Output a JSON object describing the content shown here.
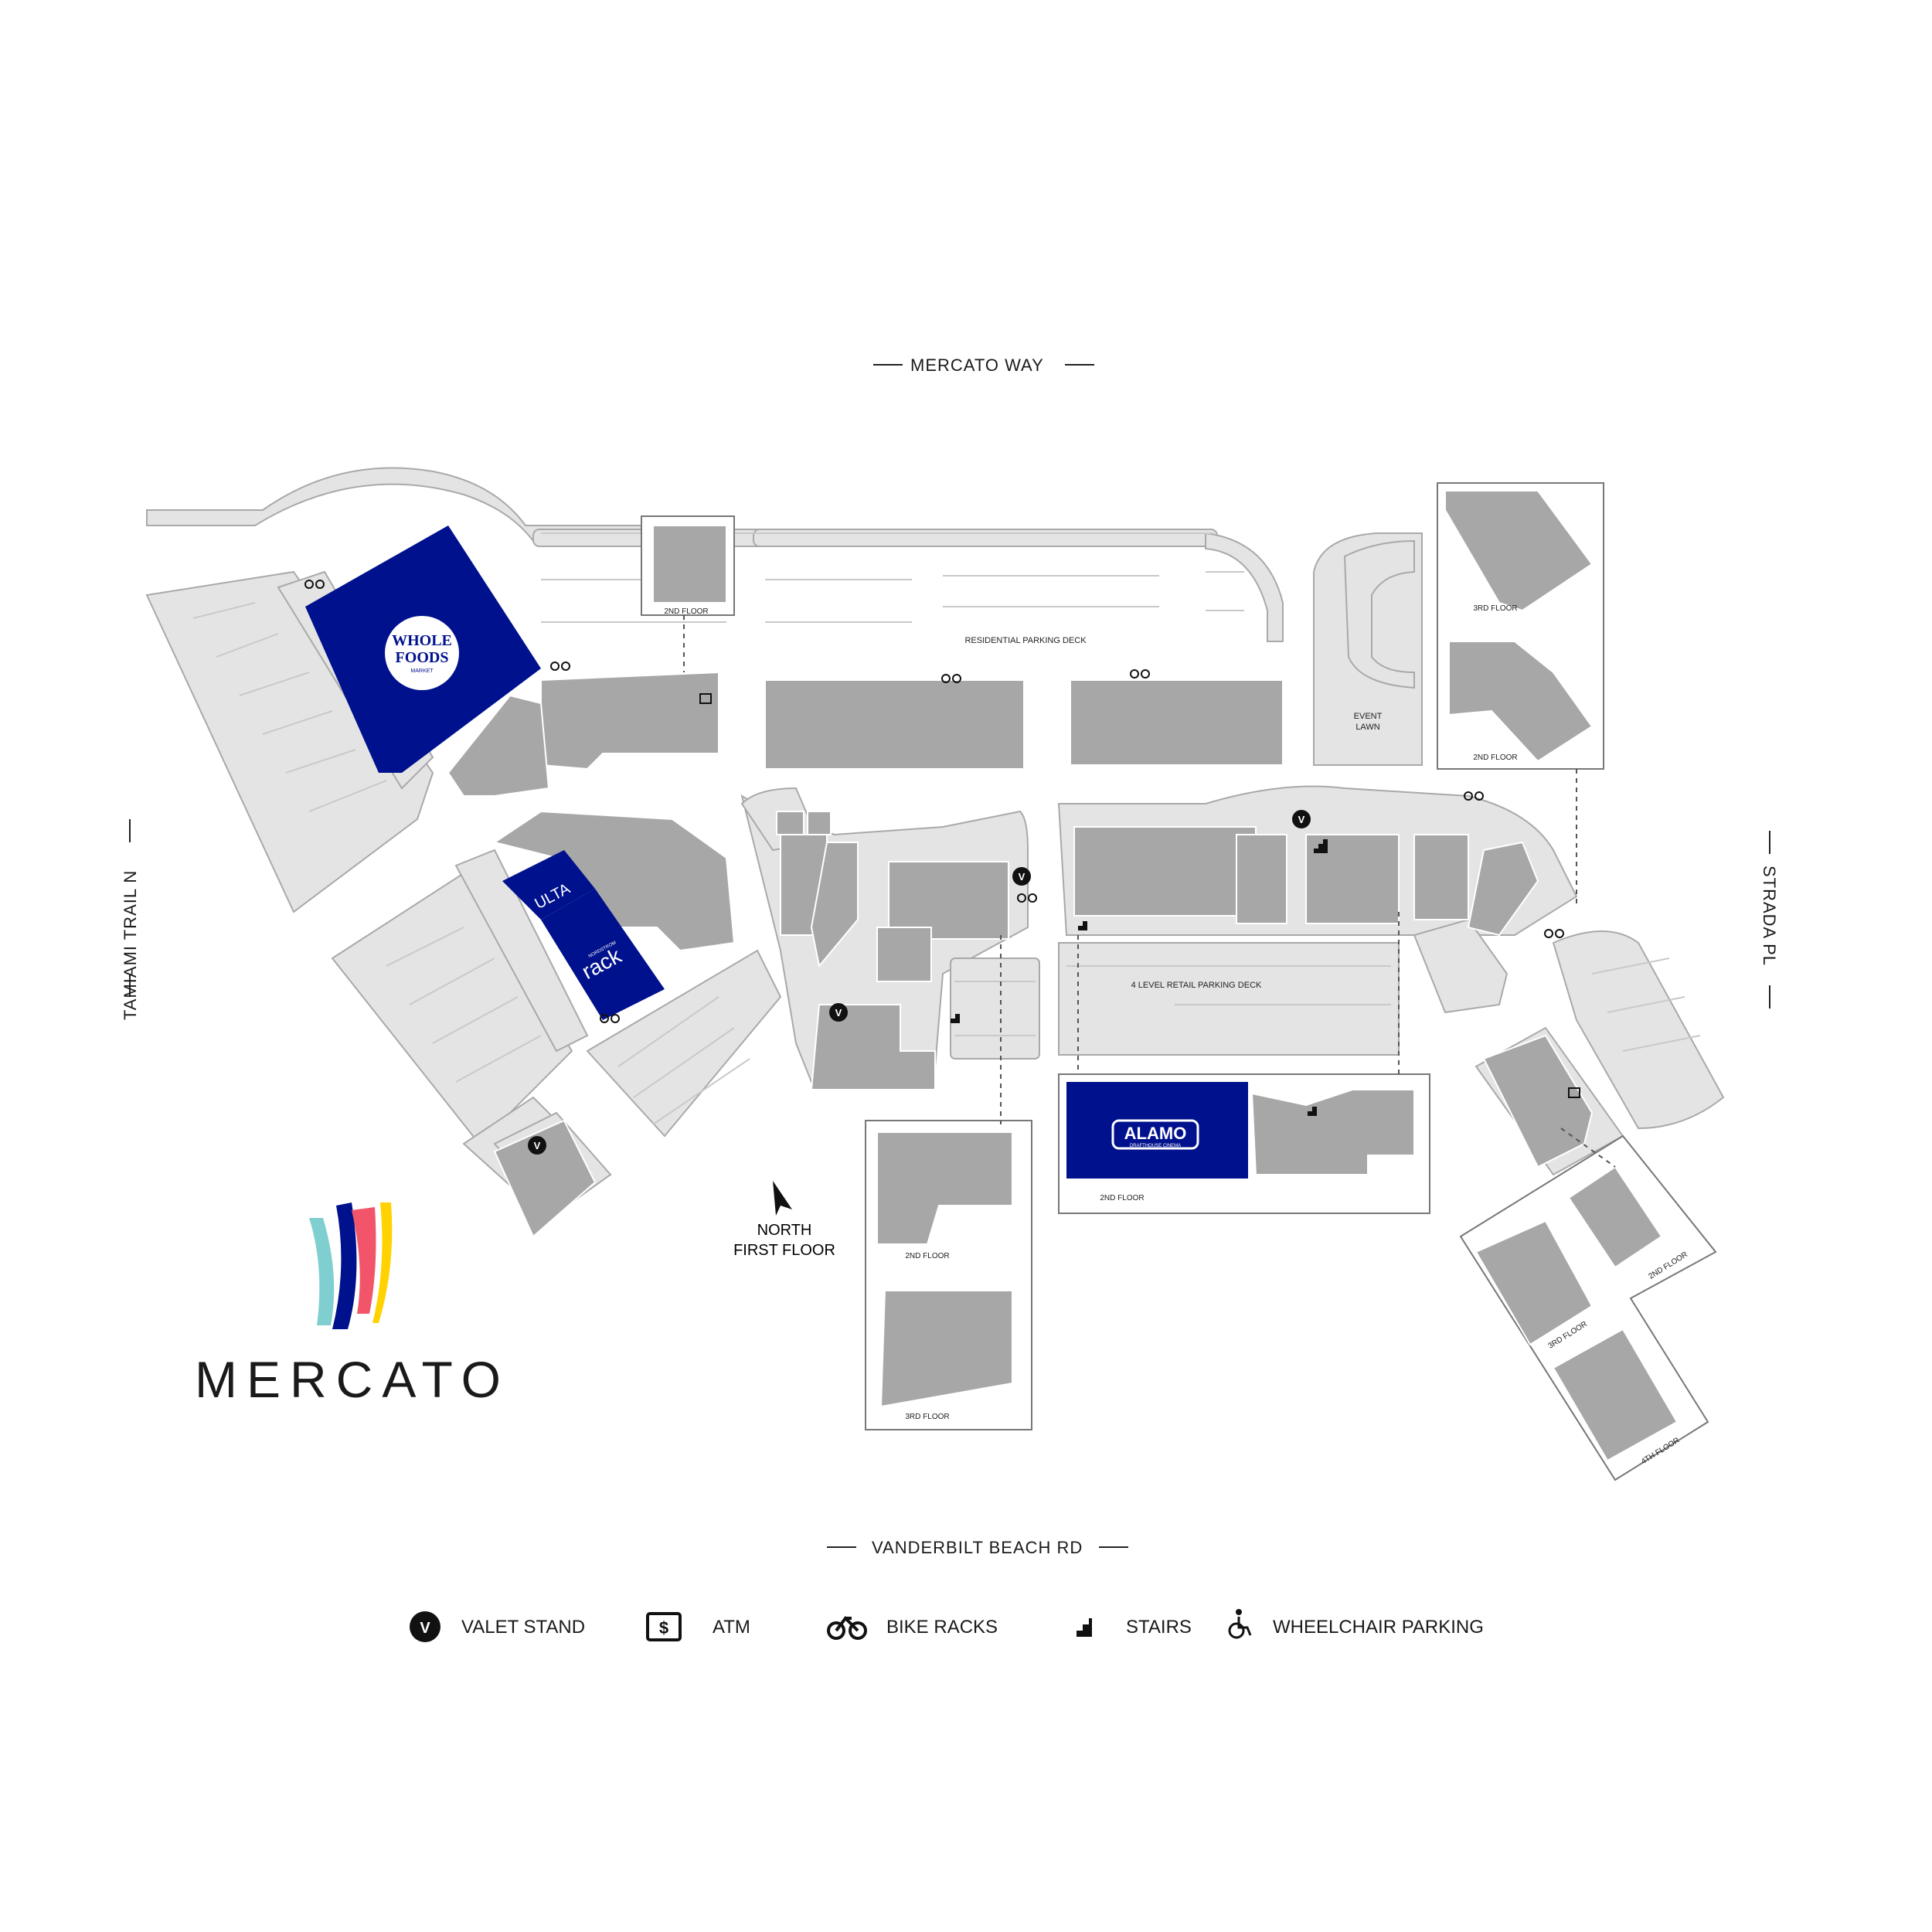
{
  "roads": {
    "north": "MERCATO WAY",
    "south": "VANDERBILT BEACH RD",
    "west": "TAMIAMI TRAIL N",
    "east": "STRADA PL"
  },
  "anchors": {
    "whole_foods_line1": "WHOLE",
    "whole_foods_line2": "FOODS",
    "whole_foods_line3": "MARKET",
    "ulta": "ULTA",
    "rack_small": "NORDSTROM",
    "rack_big": "rack",
    "alamo_big": "ALAMO",
    "alamo_small": "DRAFTHOUSE CINEMA"
  },
  "labels": {
    "residential_deck": "RESIDENTIAL PARKING DECK",
    "retail_deck": "4 LEVEL RETAIL PARKING DECK",
    "event_lawn_1": "EVENT",
    "event_lawn_2": "LAWN",
    "second_floor": "2ND FLOOR",
    "third_floor": "3RD FLOOR",
    "fourth_floor": "4TH FLOOR"
  },
  "orientation": {
    "north": "NORTH",
    "floor": "FIRST FLOOR"
  },
  "legend": [
    {
      "icon": "valet-icon",
      "label": "VALET STAND"
    },
    {
      "icon": "atm-icon",
      "label": "ATM"
    },
    {
      "icon": "bike-icon",
      "label": "BIKE RACKS"
    },
    {
      "icon": "stairs-icon",
      "label": "STAIRS"
    },
    {
      "icon": "wheelchair-icon",
      "label": "WHEELCHAIR PARKING"
    }
  ],
  "brand": {
    "name": "MERCATO",
    "colors": [
      "#7fcfd0",
      "#00118d",
      "#f2556a",
      "#ffd200"
    ]
  },
  "colors": {
    "anchor": "#00118d",
    "building": "#a7a7a7",
    "lot": "#e4e4e4"
  }
}
